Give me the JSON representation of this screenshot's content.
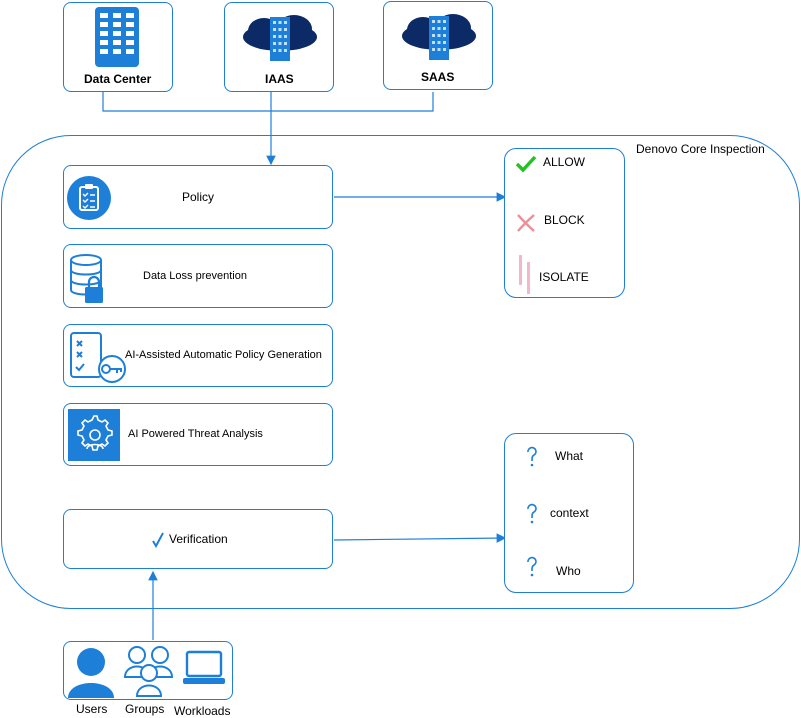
{
  "sources": {
    "data_center": "Data Center",
    "iaas": "IAAS",
    "saas": "SAAS"
  },
  "core": {
    "title": "Denovo Core Inspection",
    "policy": "Policy",
    "dlp": "Data Loss prevention",
    "ai_policy": "AI-Assisted Automatic Policy Generation",
    "threat": "AI Powered Threat Analysis",
    "verification": "Verification"
  },
  "actions": {
    "allow": "ALLOW",
    "block": "BLOCK",
    "isolate": "ISOLATE"
  },
  "questions": {
    "what": "What",
    "context": "context",
    "who": "Who"
  },
  "entities": {
    "users": "Users",
    "groups": "Groups",
    "workloads": "Workloads"
  },
  "colors": {
    "accent": "#1e7fd8",
    "allow": "#22c322",
    "block": "#f08c96",
    "isolate": "#f4b6cf",
    "dark_blue": "#0b2a66"
  }
}
